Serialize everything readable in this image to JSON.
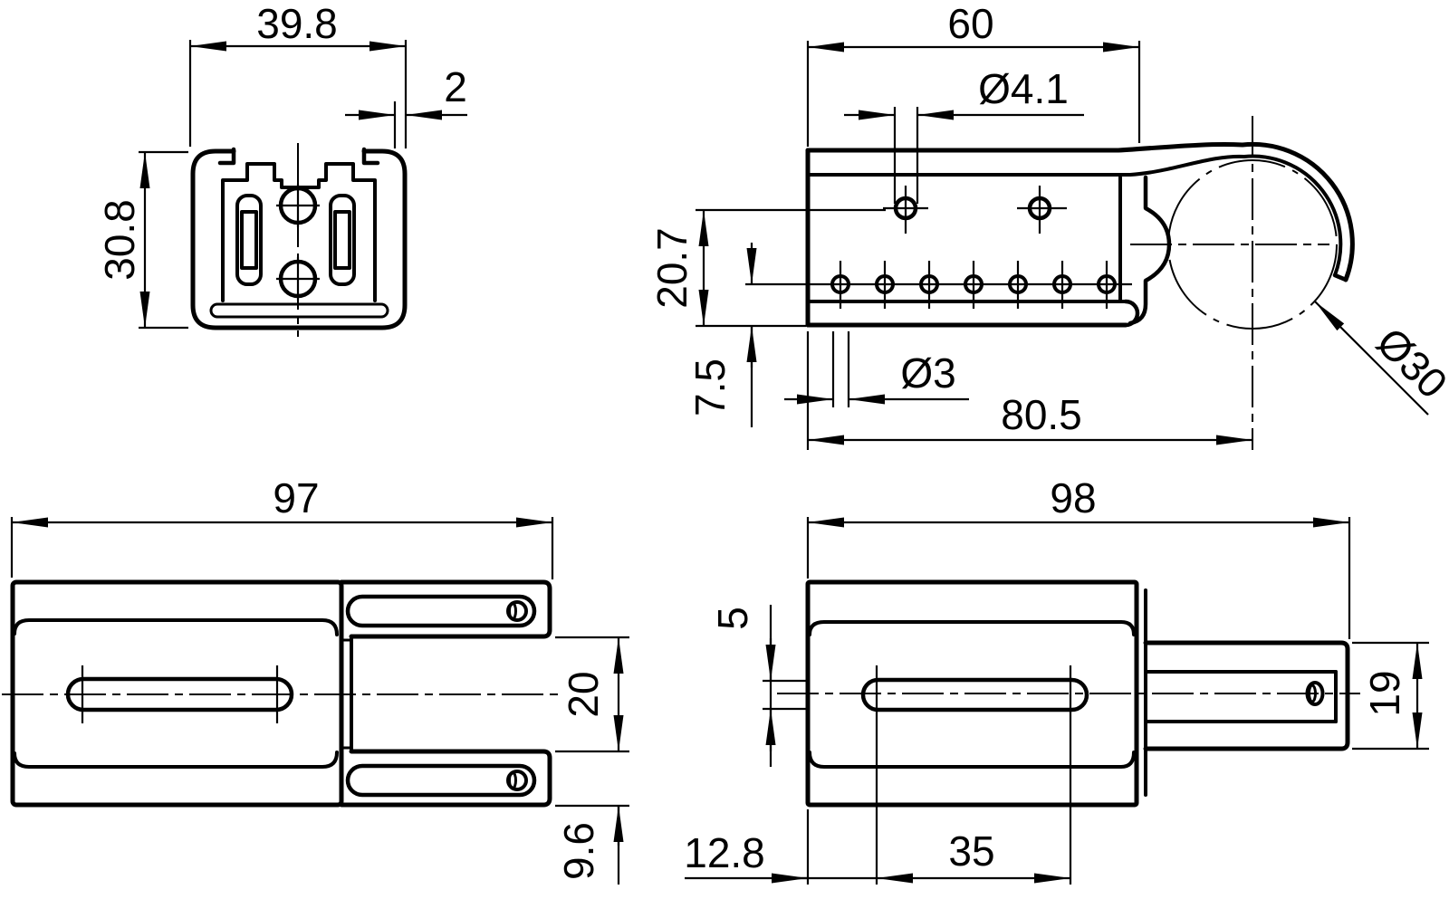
{
  "drawing": {
    "views": {
      "top_left": {
        "dims": {
          "width": "39.8",
          "thickness": "2",
          "height": "30.8"
        }
      },
      "top_right": {
        "dims": {
          "width": "60",
          "hole_diameter_large": "Ø4.1",
          "center_height": "20.7",
          "row_height": "7.5",
          "hole_diameter_small": "Ø3",
          "length_to_center": "80.5",
          "clamp_diameter": "Ø30"
        }
      },
      "bottom_left": {
        "dims": {
          "length": "97",
          "fork_gap": "20",
          "prong_thickness": "9.6"
        }
      },
      "bottom_right": {
        "dims": {
          "length": "98",
          "slot_height": "5",
          "tab_height": "19",
          "slot_offset": "12.8",
          "slot_length": "35"
        }
      }
    }
  }
}
